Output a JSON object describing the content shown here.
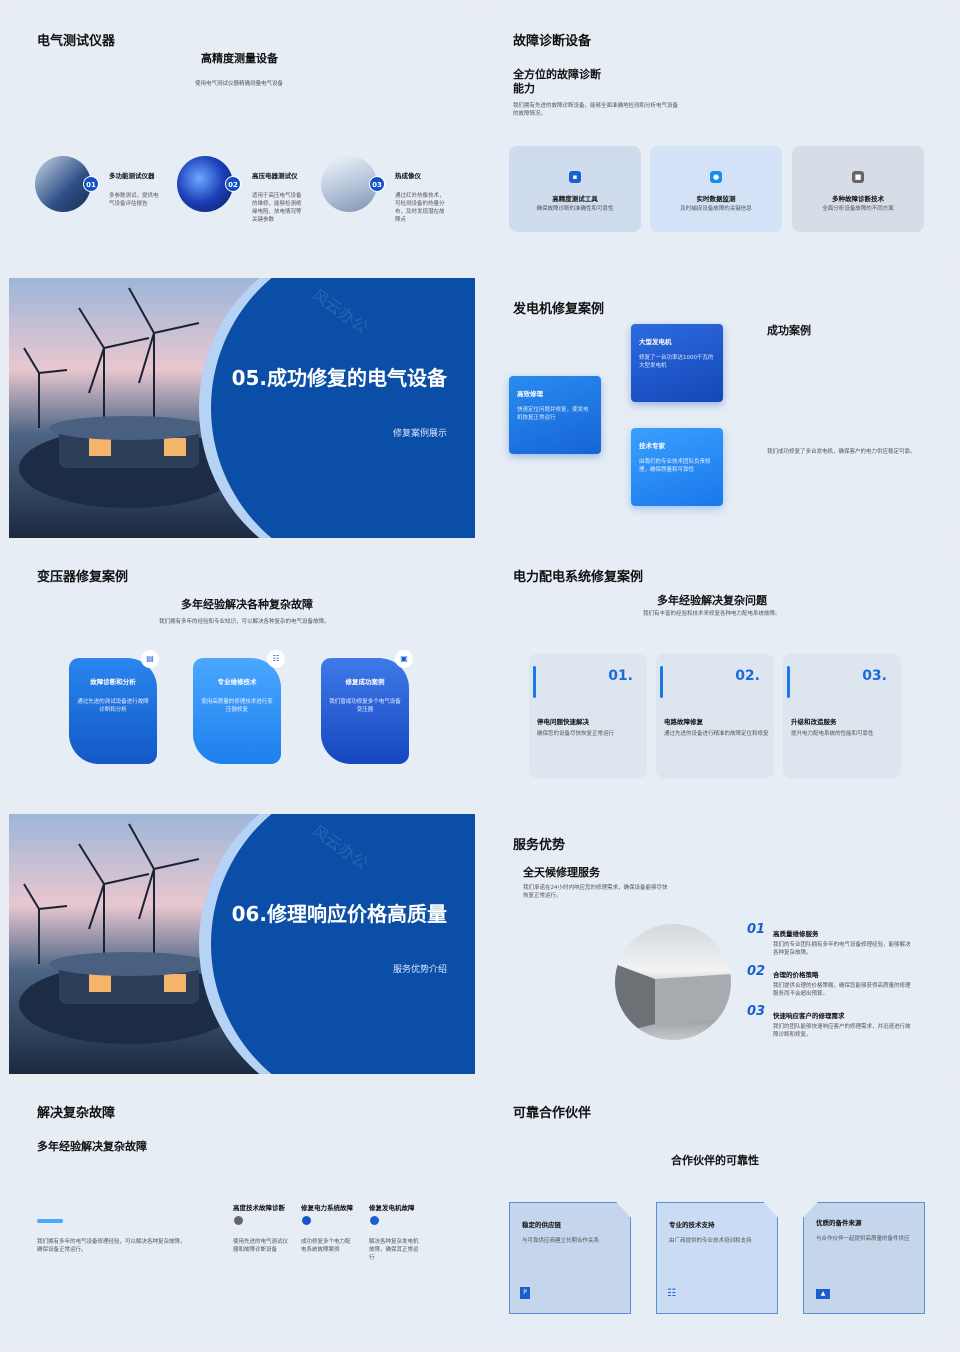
{
  "s1": {
    "title": "电气测试仪器",
    "subtitle": "高精度测量设备",
    "desc": "使用电气测试仪器精确测量电气设备",
    "items": [
      {
        "num": "01",
        "title": "多功能测试仪器",
        "desc": "多参数测试，提供电气设备评估报告"
      },
      {
        "num": "02",
        "title": "高压电器测试仪",
        "desc": "适用于高压电气设备的维修，能够检测绝缘电阻、放电情况等关键参数"
      },
      {
        "num": "03",
        "title": "热成像仪",
        "desc": "通过红外热像技术，可检测设备的热量分布，及时发现潜在故障点"
      }
    ]
  },
  "s2": {
    "title": "故障诊断设备",
    "subtitle": "全方位的故障诊断能力",
    "desc": "我们拥有先进的故障诊断设备，能够全面准确地检测和分析电气设备的故障情况。",
    "cards": [
      {
        "title": "高精度测试工具",
        "desc": "确保故障诊断的准确性和可靠性"
      },
      {
        "title": "实时数据监测",
        "desc": "及时捕捉设备故障的关键信息"
      },
      {
        "title": "多种故障诊断技术",
        "desc": "全面分析设备故障的不同方面"
      }
    ]
  },
  "s3": {
    "title": "05.成功修复的电气设备",
    "subtitle": "修复案例展示",
    "watermark": "风云办公"
  },
  "s4": {
    "title": "发电机修复案例",
    "right_title": "成功案例",
    "right_desc": "我们成功修复了多台发电机，确保客户的电力供应稳定可靠。",
    "cards": [
      {
        "title": "大型发电机",
        "desc": "修复了一台功率达1000千瓦的大型发电机"
      },
      {
        "title": "高效修理",
        "desc": "快速定位问题并修复，使发电机恢复正常运行"
      },
      {
        "title": "技术专家",
        "desc": "由我们的专业技术团队负责修理，确保质量和可靠性"
      }
    ]
  },
  "s5": {
    "title": "变压器修复案例",
    "subtitle": "多年经验解决各种复杂故障",
    "desc": "我们拥有多年的经验和专业知识，可以解决各种复杂的电气设备故障。",
    "cards": [
      {
        "title": "故障诊断和分析",
        "desc": "通过先进的测试设备进行故障诊断和分析"
      },
      {
        "title": "专业维修技术",
        "desc": "使用高质量的修理技术进行变压器修复"
      },
      {
        "title": "修复成功案例",
        "desc": "我们曾成功修复多个电气设备变压器"
      }
    ]
  },
  "s6": {
    "title": "电力配电系统修复案例",
    "subtitle": "多年经验解决复杂问题",
    "desc": "我们有丰富的经验和技术来修复各种电力配电系统故障。",
    "cards": [
      {
        "num": "01.",
        "title": "停电问题快速解决",
        "desc": "确保您的设备尽快恢复正常运行"
      },
      {
        "num": "02.",
        "title": "电路故障修复",
        "desc": "通过先进的设备进行精准的故障定位和修复"
      },
      {
        "num": "03.",
        "title": "升级和改造服务",
        "desc": "提升电力配电系统的性能和可靠性"
      }
    ]
  },
  "s7": {
    "title": "06.修理响应价格高质量",
    "subtitle": "服务优势介绍",
    "watermark": "风云办公"
  },
  "s8": {
    "title": "服务优势",
    "subtitle": "全天候修理服务",
    "desc": "我们承诺在24小时内响应您的修理需求，确保设备能够尽快恢复正常运行。",
    "items": [
      {
        "num": "01",
        "title": "高质量维修服务",
        "desc": "我们的专业团队拥有多年的电气设备修理经验，能够解决各种复杂故障。"
      },
      {
        "num": "02",
        "title": "合理的价格策略",
        "desc": "我们提供合理的价格策略，确保您能够获得高质量的修理服务而不会超出预算。"
      },
      {
        "num": "03",
        "title": "快速响应客户的修理需求",
        "desc": "我们的团队能够快速响应客户的修理需求，并迅速进行故障诊断和修复。"
      }
    ]
  },
  "s9": {
    "title": "解决复杂故障",
    "subtitle": "多年经验解决复杂故障",
    "desc": "我们拥有多年的电气设备修理经验，可以解决各种复杂故障，确保设备正常运行。",
    "items": [
      {
        "title": "高度技术故障诊断",
        "desc": "使用先进的电气测试仪器和故障诊断设备"
      },
      {
        "title": "修复电力系统故障",
        "desc": "成功修复多个电力配电系统故障案例"
      },
      {
        "title": "修复发电机故障",
        "desc": "解决各种复杂发电机故障，确保其正常运行"
      }
    ]
  },
  "s10": {
    "title": "可靠合作伙伴",
    "subtitle": "合作伙伴的可靠性",
    "cards": [
      {
        "title": "稳定的供应链",
        "desc": "与可靠供应商建立长期合作关系"
      },
      {
        "title": "专业的技术支持",
        "desc": "由厂商提供的专业技术培训和支持"
      },
      {
        "title": "优质的备件来源",
        "desc": "与合作伙伴一起提供高质量的备件供应"
      }
    ]
  }
}
